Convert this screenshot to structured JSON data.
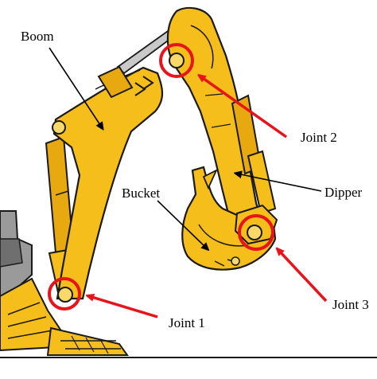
{
  "labels": {
    "boom": "Boom",
    "bucket": "Bucket",
    "dipper": "Dipper",
    "joint1": "Joint 1",
    "joint2": "Joint 2",
    "joint3": "Joint 3"
  },
  "colors": {
    "arm_fill": "#f6be1a",
    "outline": "#1a1a1a",
    "cylinder": "#e8a910",
    "pin": "#f8d96a",
    "joint_marker": "#e8141b",
    "ground": "#1a1a1a",
    "track": "#8a8a8a"
  }
}
